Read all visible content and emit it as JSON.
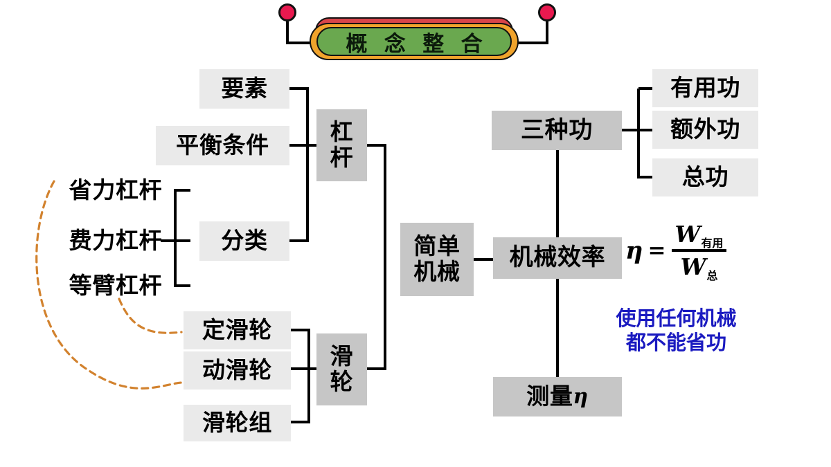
{
  "banner": {
    "title": "概 念 整 合",
    "pin_left": "pin-left",
    "pin_right": "pin-right",
    "colors": {
      "red": "#d8454a",
      "gold": "#f0a32c",
      "green": "#6aa84f",
      "pin": "#e8194f"
    }
  },
  "lever": {
    "hub": "杠杆",
    "elements": "要素",
    "balance": "平衡条件",
    "classification": "分类",
    "types": [
      "省力杠杆",
      "费力杠杆",
      "等臂杠杆"
    ]
  },
  "pulley": {
    "hub": "滑轮",
    "items": [
      "定滑轮",
      "动滑轮",
      "滑轮组"
    ]
  },
  "center": {
    "label": "简单机械",
    "line1": "简单",
    "line2": "机械"
  },
  "work": {
    "hub": "三种功",
    "items": [
      "有用功",
      "额外功",
      "总功"
    ]
  },
  "efficiency": {
    "label": "机械效率",
    "measure": "测量η",
    "formula": {
      "eta": "η",
      "equals": "=",
      "numerator": "W",
      "numerator_sub": "有用",
      "denominator": "W",
      "denominator_sub": "总"
    },
    "note_line1": "使用任何机械",
    "note_line2": "都不能省功",
    "note_color": "#1a1ac0"
  },
  "style": {
    "box_light": "#eaeaea",
    "box_dark": "#c6c6c6",
    "wire": "#000000",
    "dashed_link": "#d2822e"
  }
}
